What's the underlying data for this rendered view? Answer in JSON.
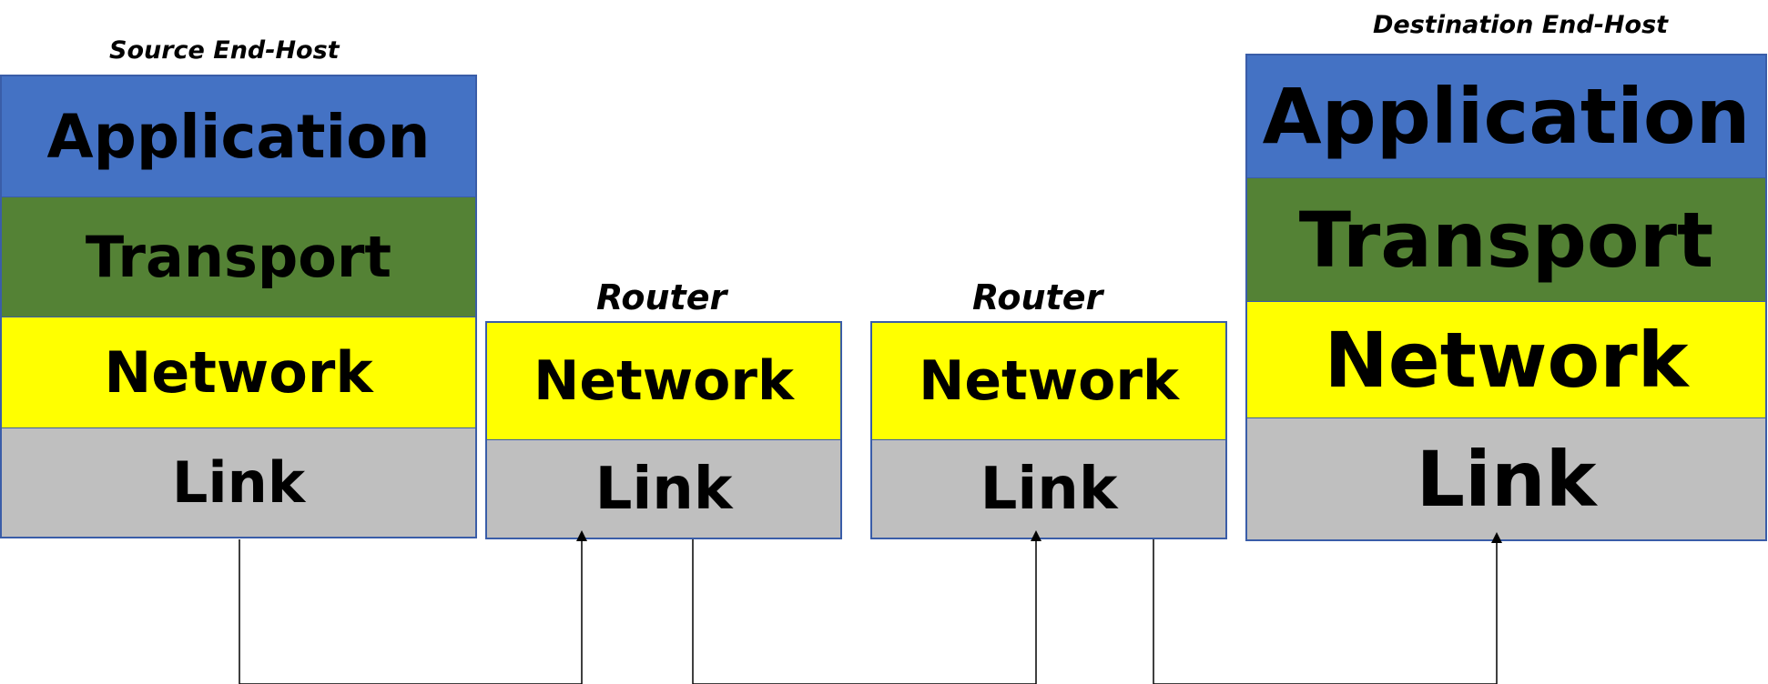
{
  "source": {
    "title": "Source End-Host",
    "layers": {
      "application": "Application",
      "transport": "Transport",
      "network": "Network",
      "link": "Link"
    }
  },
  "router1": {
    "title": "Router",
    "layers": {
      "network": "Network",
      "link": "Link"
    }
  },
  "router2": {
    "title": "Router",
    "layers": {
      "network": "Network",
      "link": "Link"
    }
  },
  "destination": {
    "title": "Destination End-Host",
    "layers": {
      "application": "Application",
      "transport": "Transport",
      "network": "Network",
      "link": "Link"
    }
  },
  "colors": {
    "application": "#4472c4",
    "transport": "#548235",
    "network": "#ffff00",
    "link": "#bfbfbf",
    "border": "#3a5da8",
    "connector": "#000000"
  },
  "connections": [
    {
      "from": "source.link",
      "to": "router1.link"
    },
    {
      "from": "router1.link",
      "to": "router2.link"
    },
    {
      "from": "router2.link",
      "to": "destination.link"
    }
  ]
}
